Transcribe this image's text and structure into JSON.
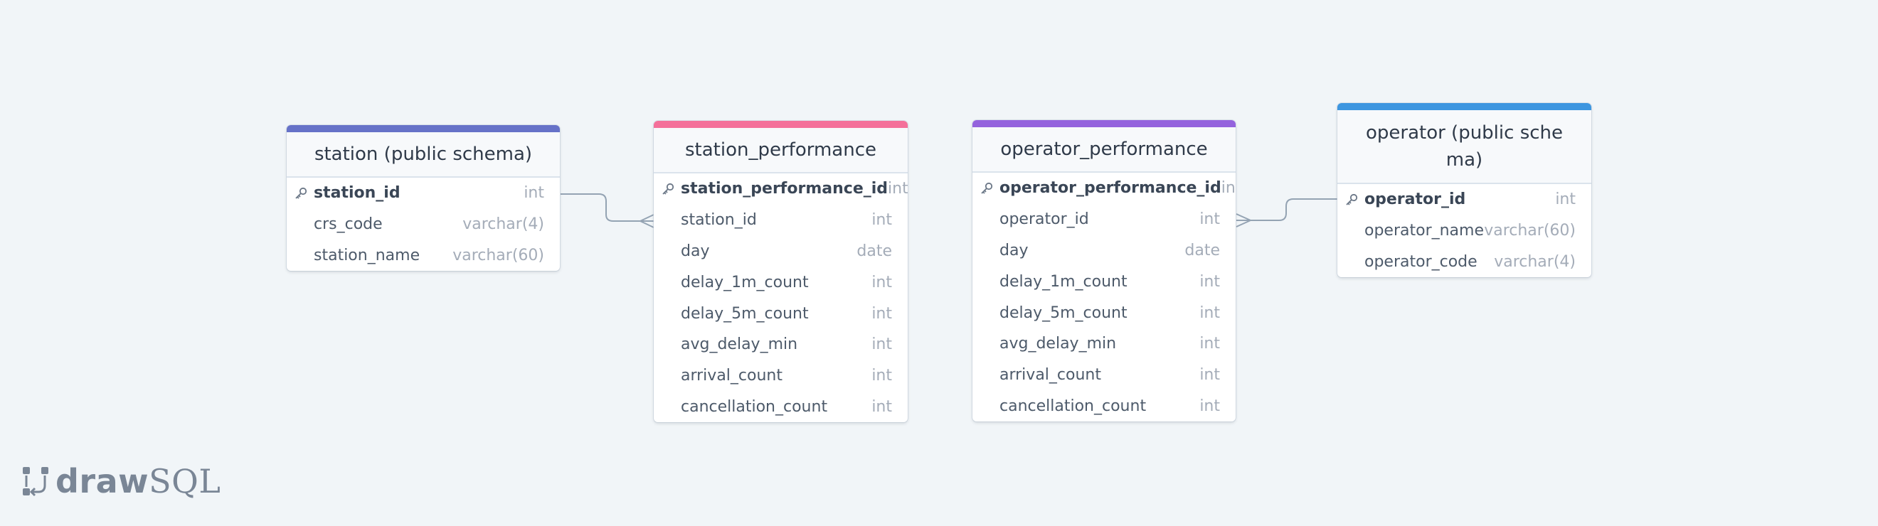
{
  "tables": [
    {
      "title": "station (public schema)",
      "accent": "#6672c8",
      "columns": [
        {
          "name": "station_id",
          "type": "int",
          "pk": true
        },
        {
          "name": "crs_code",
          "type": "varchar(4)",
          "pk": false
        },
        {
          "name": "station_name",
          "type": "varchar(60)",
          "pk": false
        }
      ]
    },
    {
      "title": "station_performance",
      "accent": "#f4709a",
      "columns": [
        {
          "name": "station_performance_id",
          "type": "int",
          "pk": true
        },
        {
          "name": "station_id",
          "type": "int",
          "pk": false
        },
        {
          "name": "day",
          "type": "date",
          "pk": false
        },
        {
          "name": "delay_1m_count",
          "type": "int",
          "pk": false
        },
        {
          "name": "delay_5m_count",
          "type": "int",
          "pk": false
        },
        {
          "name": "avg_delay_min",
          "type": "int",
          "pk": false
        },
        {
          "name": "arrival_count",
          "type": "int",
          "pk": false
        },
        {
          "name": "cancellation_count",
          "type": "int",
          "pk": false
        }
      ]
    },
    {
      "title": "operator_performance",
      "accent": "#9463dd",
      "columns": [
        {
          "name": "operator_performance_id",
          "type": "int",
          "pk": true
        },
        {
          "name": "operator_id",
          "type": "int",
          "pk": false
        },
        {
          "name": "day",
          "type": "date",
          "pk": false
        },
        {
          "name": "delay_1m_count",
          "type": "int",
          "pk": false
        },
        {
          "name": "delay_5m_count",
          "type": "int",
          "pk": false
        },
        {
          "name": "avg_delay_min",
          "type": "int",
          "pk": false
        },
        {
          "name": "arrival_count",
          "type": "int",
          "pk": false
        },
        {
          "name": "cancellation_count",
          "type": "int",
          "pk": false
        }
      ]
    },
    {
      "title": "operator (public schema)",
      "title_display": "operator (public sche\nma)",
      "accent": "#3d96e0",
      "columns": [
        {
          "name": "operator_id",
          "type": "int",
          "pk": true
        },
        {
          "name": "operator_name",
          "type": "varchar(60)",
          "pk": false
        },
        {
          "name": "operator_code",
          "type": "varchar(4)",
          "pk": false
        }
      ]
    }
  ],
  "relationships": [
    {
      "from": "station.station_id",
      "to": "station_performance.station_id",
      "cardinality": "one-to-many"
    },
    {
      "from": "operator.operator_id",
      "to": "operator_performance.operator_id",
      "cardinality": "one-to-many"
    }
  ],
  "logo": {
    "bold": "draw",
    "light": "SQL"
  }
}
